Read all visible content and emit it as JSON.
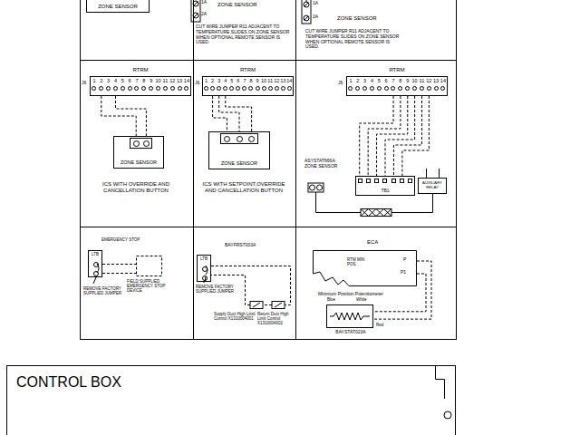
{
  "diagram": {
    "nodes": [
      {
        "text": [
          "ZONE SENSOR"
        ]
      },
      {
        "text": [
          "RTRM",
          "1",
          "2",
          "3",
          "4",
          "5",
          "6",
          "7",
          "8",
          "9",
          "10",
          "11",
          "12",
          "13",
          "14"
        ]
      },
      {
        "text": [
          "ZONE SENSOR"
        ]
      },
      {
        "text": [
          "RTRM",
          "1",
          "2",
          "3",
          "4",
          "5",
          "6",
          "7",
          "8",
          "9",
          "10",
          "11",
          "12",
          "13",
          "14"
        ]
      },
      {
        "text": [
          "ZONE SENSOR"
        ]
      },
      {
        "text": [
          "RTRM",
          "1",
          "2",
          "3",
          "4",
          "5",
          "6",
          "7",
          "8",
          "9",
          "10",
          "11",
          "12",
          "13",
          "14"
        ]
      },
      {
        "text": [
          "TB1"
        ]
      },
      {
        "text": [
          "AUXILIARY RELAY"
        ]
      },
      {
        "text": [
          "LTB"
        ]
      },
      {
        "text": [
          "LTB"
        ]
      },
      {
        "text": [
          "ECA",
          "RTM MIN POS",
          "P",
          "P1"
        ]
      },
      {
        "text": [
          "Minimum Position Potentiometer",
          "BAYSTAT023A"
        ]
      },
      {
        "text": [
          "CONTROL BOX"
        ]
      }
    ],
    "edges": [
      {
        "from": 1,
        "to": 2,
        "arrow": "none"
      },
      {
        "from": 1,
        "to": 2,
        "arrow": "none"
      },
      {
        "from": 3,
        "to": 4,
        "arrow": "none"
      },
      {
        "from": 3,
        "to": 4,
        "arrow": "none"
      },
      {
        "from": 3,
        "to": 4,
        "arrow": "none"
      },
      {
        "from": 5,
        "to": 6,
        "arrow": "none"
      },
      {
        "from": 5,
        "to": 6,
        "arrow": "none"
      },
      {
        "from": 5,
        "to": 6,
        "arrow": "none"
      },
      {
        "from": 5,
        "to": 6,
        "arrow": "none"
      },
      {
        "from": 5,
        "to": 6,
        "arrow": "none"
      },
      {
        "from": 5,
        "to": 6,
        "arrow": "none"
      },
      {
        "from": 10,
        "to": 11,
        "arrow": "none"
      },
      {
        "from": 10,
        "to": 11,
        "arrow": "none"
      }
    ],
    "labels": [
      "1A",
      "2A",
      "ZONE SENSOR",
      "CUT WIRE JUMPER R11 ADJACENT TO TEMPERATURE SLIDES ON ZONE SENSOR WHEN OPTIONAL REMOTE SENSOR IS USED.",
      "1A",
      "2A",
      "ZONE SENSOR",
      "CUT WIRE JUMPER R11 ADJACENT TO TEMPERATURE SLIDES ON ZONE SENSOR WHEN OPTIONAL REMOTE SENSOR IS USED.",
      "J6",
      "J6",
      "J6",
      "ICS WITH OVERRIDE AND CANCELLATION BUTTON",
      "ICS WITH SETPOINT,OVERRIDE AND CANCELLATION BUTTON",
      "ASYSTAT666A ZONE SENSOR",
      "EMERGENCY STOP",
      "REMOVE FACTORY SUPPLIED JUMPER",
      "FIELD SUPPLIED EMERGENCY STOP DEVICE",
      "BAYFRST003A",
      "REMOVE FACTORY SUPPLIED JUMPER",
      "Supply Duct High Limit Control X1310004001",
      "Return Duct High Limit Control X1310004002",
      "Blue",
      "White",
      "Red"
    ]
  }
}
